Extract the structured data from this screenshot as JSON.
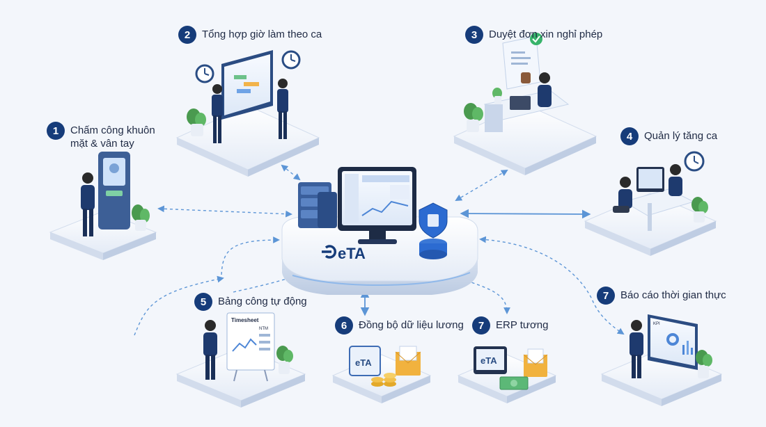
{
  "hub": {
    "logo_text": "eTA"
  },
  "features": [
    {
      "number": "1",
      "text": "Chấm công khuôn\nmặt & vân tay"
    },
    {
      "number": "2",
      "text": "Tổng hợp giờ làm theo ca"
    },
    {
      "number": "3",
      "text": "Duyệt đơn xin nghỉ phép"
    },
    {
      "number": "4",
      "text": "Quản lý tăng ca"
    },
    {
      "number": "5",
      "text": "Bảng công tự động"
    },
    {
      "number": "6",
      "text": "Đồng bộ dữ liệu lương"
    },
    {
      "number": "7",
      "text": "ERP tương"
    },
    {
      "number": "7",
      "text": "Báo cáo thời gian thực"
    }
  ],
  "screens": {
    "timesheet_title": "Timesheet",
    "ntm_label": "NTM",
    "kpi_label": "KPI"
  },
  "cards": {
    "payroll_card_text": "eTA",
    "erp_card_text": "eTA"
  },
  "colors": {
    "accent": "#163c7a",
    "arrow": "#5c95d6",
    "platform": "#ffffff",
    "background": "#f3f6fb"
  }
}
